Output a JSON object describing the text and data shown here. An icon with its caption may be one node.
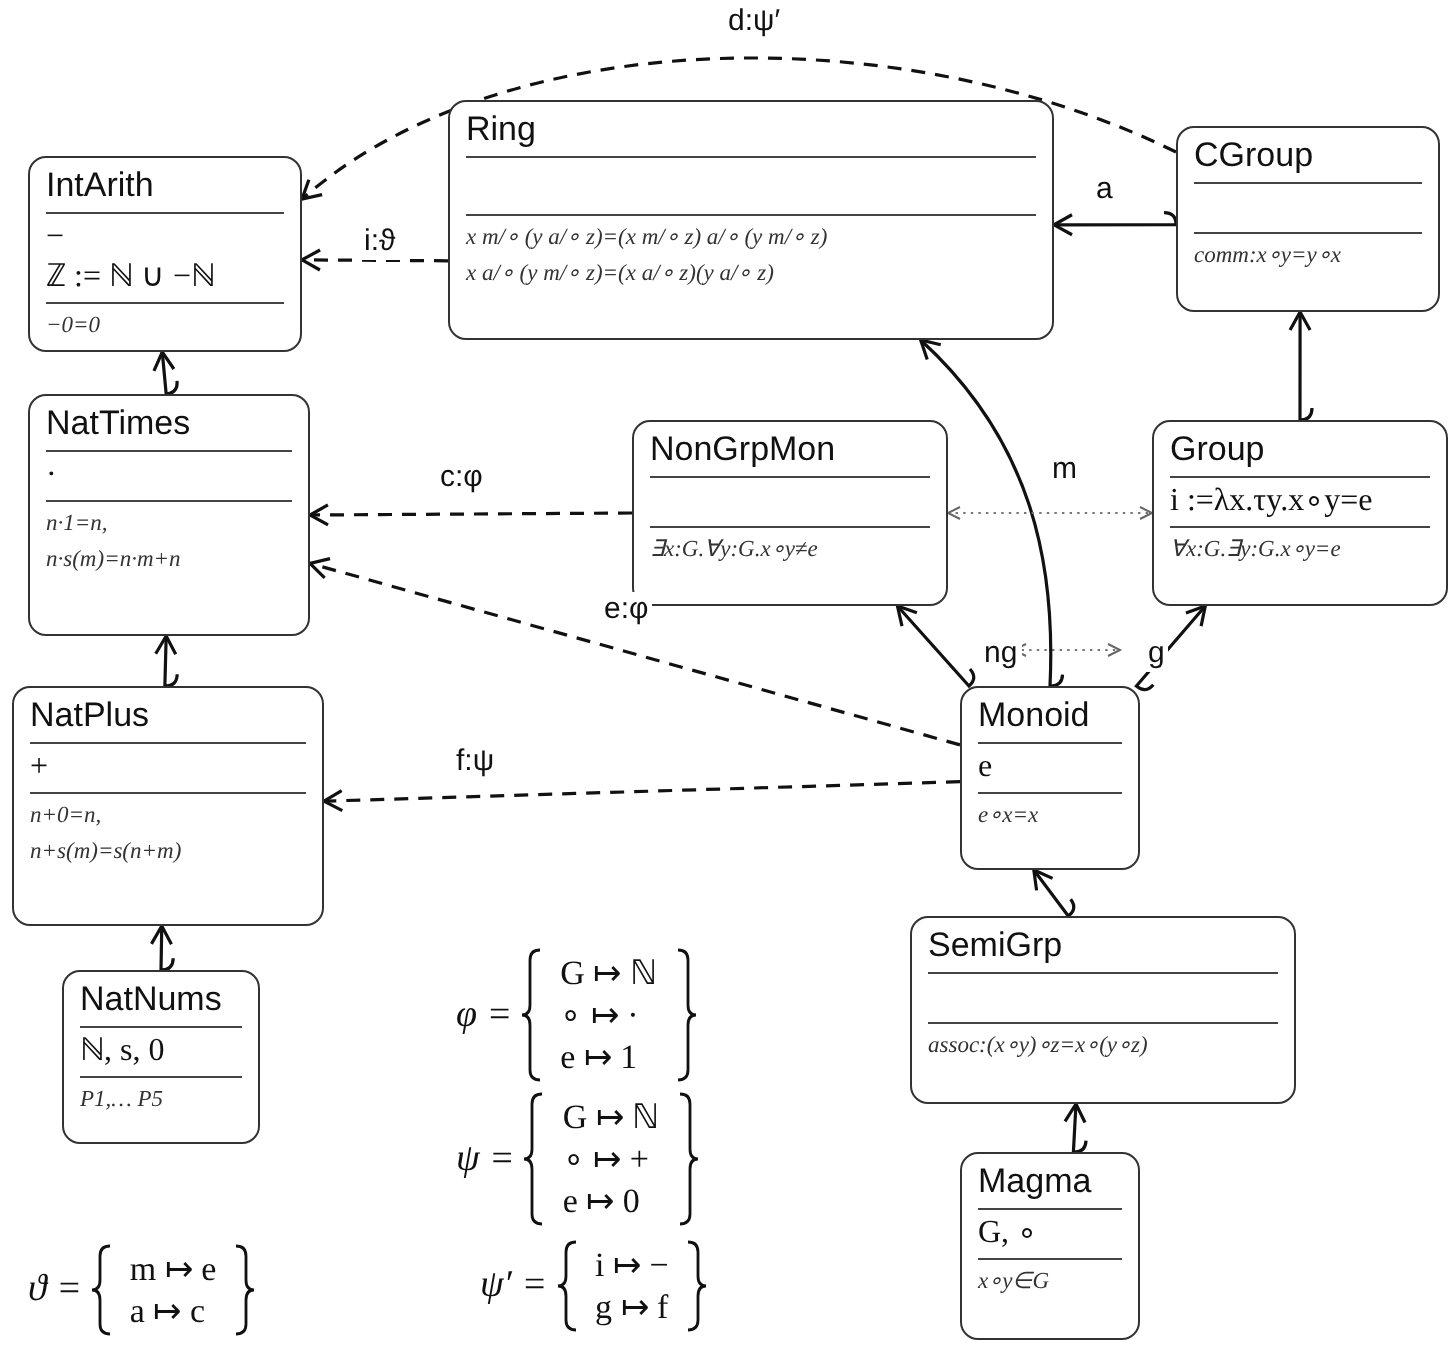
{
  "diagram": {
    "nodes": [
      {
        "text": [
          "IntArith",
          "−",
          "ℤ := ℕ ∪ −ℕ",
          "−0=0"
        ]
      },
      {
        "text": [
          "Ring",
          "x m/∘ (y a/∘ z)=(x m/∘ z) a/∘ (y m/∘ z)",
          "x a/∘ (y m/∘ z)=(x a/∘ z)(y a/∘ z)"
        ]
      },
      {
        "text": [
          "CGroup",
          "comm:x∘y=y∘x"
        ]
      },
      {
        "text": [
          "NatTimes",
          "·",
          "n·1=n,",
          "n·s(m)=n·m+n"
        ]
      },
      {
        "text": [
          "NonGrpMon",
          "∃x:G.∀y:G.x∘y≠e"
        ]
      },
      {
        "text": [
          "Group",
          "i :=λx.τy.x∘y=e",
          "∀x:G.∃y:G.x∘y=e"
        ]
      },
      {
        "text": [
          "NatPlus",
          "+",
          "n+0=n,",
          "n+s(m)=s(n+m)"
        ]
      },
      {
        "text": [
          "Monoid",
          "e",
          "e∘x=x"
        ]
      },
      {
        "text": [
          "NatNums",
          "ℕ, s, 0",
          "P1,… P5"
        ]
      },
      {
        "text": [
          "SemiGrp",
          "assoc:(x∘y)∘z=x∘(y∘z)"
        ]
      },
      {
        "text": [
          "Magma",
          "G, ∘",
          "x∘y∈G"
        ]
      }
    ],
    "edges": [
      {
        "from": 1,
        "to": 0,
        "arrow": "to",
        "label": "i:ϑ",
        "style": "dashed"
      },
      {
        "from": 2,
        "to": 0,
        "arrow": "to",
        "label": "d:ψ′",
        "style": "dashed"
      },
      {
        "from": 2,
        "to": 1,
        "arrow": "to",
        "label": "a"
      },
      {
        "from": 3,
        "to": 0,
        "arrow": "to"
      },
      {
        "from": 5,
        "to": 2,
        "arrow": "to"
      },
      {
        "from": 4,
        "to": 3,
        "arrow": "to",
        "label": "c:φ",
        "style": "dashed"
      },
      {
        "from": 7,
        "to": 3,
        "arrow": "to",
        "label": "e:φ",
        "style": "dashed"
      },
      {
        "from": 7,
        "to": 1,
        "arrow": "to",
        "label": "m"
      },
      {
        "from": 7,
        "to": 4,
        "arrow": "to",
        "label": "ng"
      },
      {
        "from": 7,
        "to": 5,
        "arrow": "to",
        "label": "g"
      },
      {
        "from": 6,
        "to": 3,
        "arrow": "to"
      },
      {
        "from": 7,
        "to": 6,
        "arrow": "to",
        "label": "f:ψ",
        "style": "dashed"
      },
      {
        "from": 9,
        "to": 7,
        "arrow": "to"
      },
      {
        "from": 8,
        "to": 6,
        "arrow": "to"
      },
      {
        "from": 10,
        "to": 9,
        "arrow": "to"
      },
      {
        "from": 4,
        "to": 5,
        "arrow": "both",
        "style": "dashed",
        "color": "#777777"
      }
    ],
    "labels": [
      "φ =",
      "G ↦ ℕ",
      "∘ ↦ ·",
      "e ↦ 1",
      "ψ =",
      "G ↦ ℕ",
      "∘ ↦ +",
      "e ↦ 0",
      "ϑ =",
      "m ↦ e",
      "a ↦ c",
      "ψ′ =",
      "i ↦ −",
      "g ↦ f"
    ]
  }
}
